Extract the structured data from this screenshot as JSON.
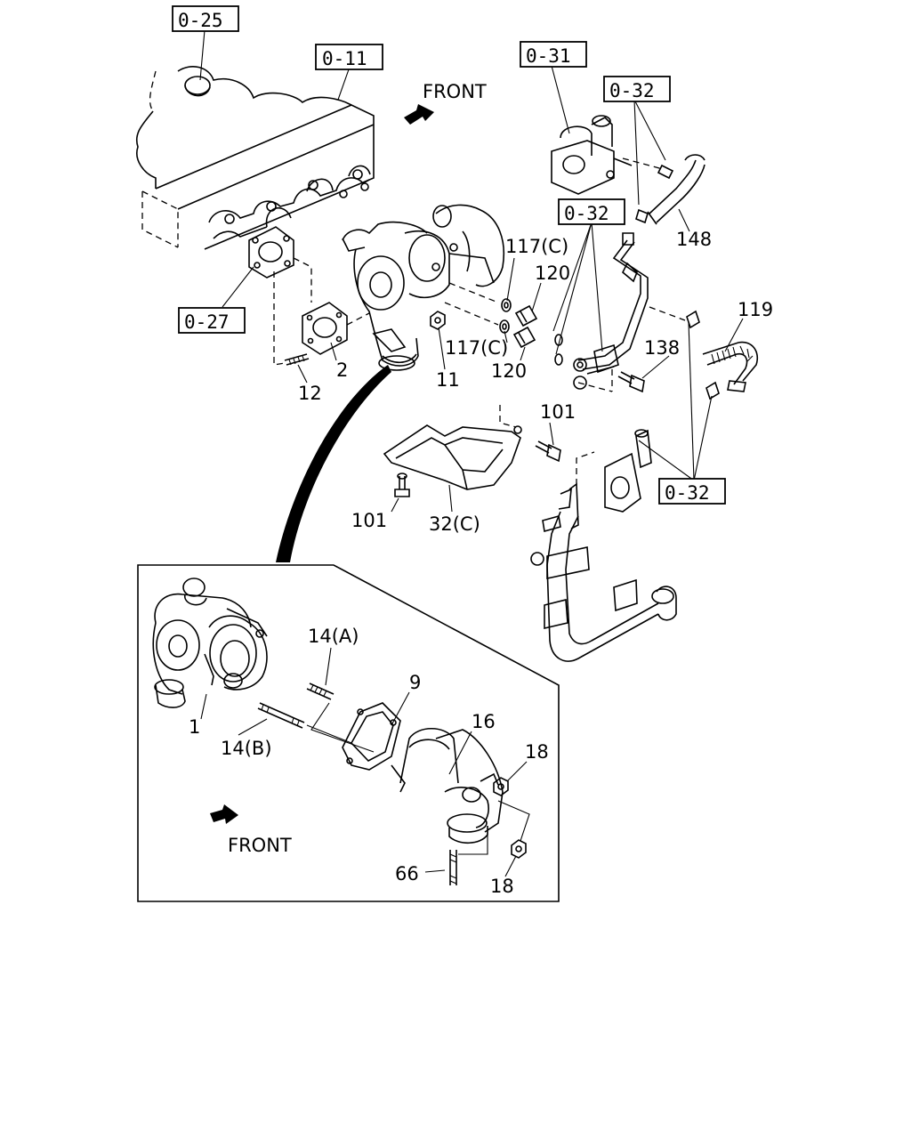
{
  "ref_boxes": [
    "0-25",
    "0-11",
    "0-31",
    "0-32",
    "0-32",
    "0-27",
    "0-32"
  ],
  "front_labels": [
    "FRONT",
    "FRONT"
  ],
  "callouts": [
    "117(C)",
    "120",
    "148",
    "119",
    "2",
    "12",
    "11",
    "117(C)",
    "120",
    "138",
    "101",
    "101",
    "32(C)",
    "14(A)",
    "9",
    "1",
    "14(B)",
    "16",
    "18",
    "18",
    "66"
  ],
  "colors": {
    "line": "#000000",
    "background": "#ffffff"
  }
}
